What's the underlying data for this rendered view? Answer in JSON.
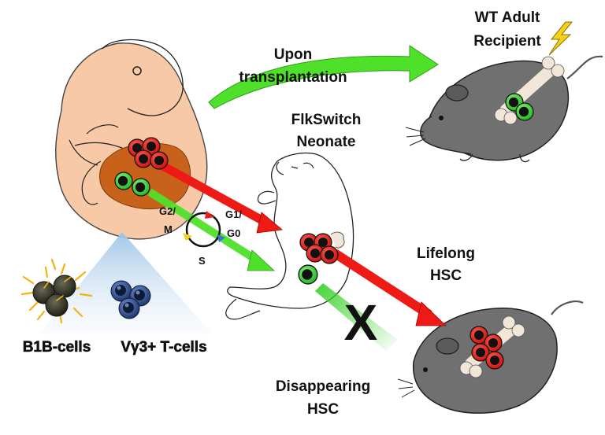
{
  "labels": {
    "upon": "Upon",
    "transplantation": "transplantation",
    "wt_adult": "WT Adult",
    "recipient": "Recipient",
    "flkswitch": "FlkSwitch",
    "neonate": "Neonate",
    "lifelong": "Lifelong",
    "hsc_lifelong": "HSC",
    "disappearing": "Disappearing",
    "hsc_disappearing": "HSC",
    "cross_mark": "X",
    "b1b_cells": "B1B-cells",
    "vg3_tcells": "Vγ3+ T-cells",
    "cell_cycle": {
      "g2m_top": "G2/",
      "g2m_bottom": "M",
      "g1g0_top": "G1/",
      "g1g0_bottom": "G0",
      "s": "S"
    }
  },
  "colors": {
    "embryo_skin": "#f7c9a6",
    "fetal_liver": "#c8621a",
    "red_cell": "#e8201c",
    "green_cell": "#2fd32b",
    "mouse_gray": "#707070",
    "bone": "#f2e6d8",
    "red_arrow": "#ee1a16",
    "green_arrow": "#4fe02a",
    "bolt": "#f5d21a",
    "b1b_rays": "#f2b40c",
    "tcell_blue": "#2b4c8c"
  }
}
